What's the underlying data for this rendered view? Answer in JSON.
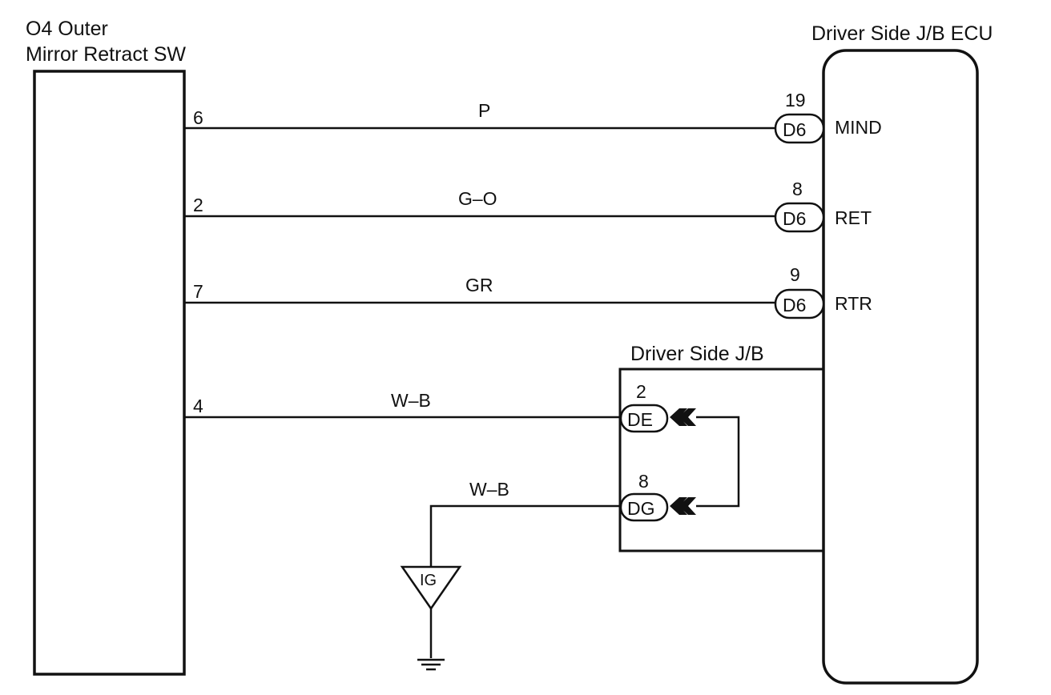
{
  "switch": {
    "title_line1": "O4 Outer",
    "title_line2": "Mirror Retract SW"
  },
  "ecu": {
    "title": "Driver Side J/B ECU"
  },
  "junction_block": {
    "title": "Driver Side J/B"
  },
  "wires": [
    {
      "pin": "6",
      "color_code": "P",
      "conn_pin": "19",
      "conn_id": "D6",
      "signal": "MIND"
    },
    {
      "pin": "2",
      "color_code": "G–O",
      "conn_pin": "8",
      "conn_id": "D6",
      "signal": "RET"
    },
    {
      "pin": "7",
      "color_code": "GR",
      "conn_pin": "9",
      "conn_id": "D6",
      "signal": "RTR"
    },
    {
      "pin": "4",
      "color_code": "W–B",
      "conn_pin": "2",
      "conn_id": "DE"
    }
  ],
  "ground_wire": {
    "color_code": "W–B",
    "conn_pin": "8",
    "conn_id": "DG"
  },
  "ground_point": {
    "label": "IG"
  }
}
